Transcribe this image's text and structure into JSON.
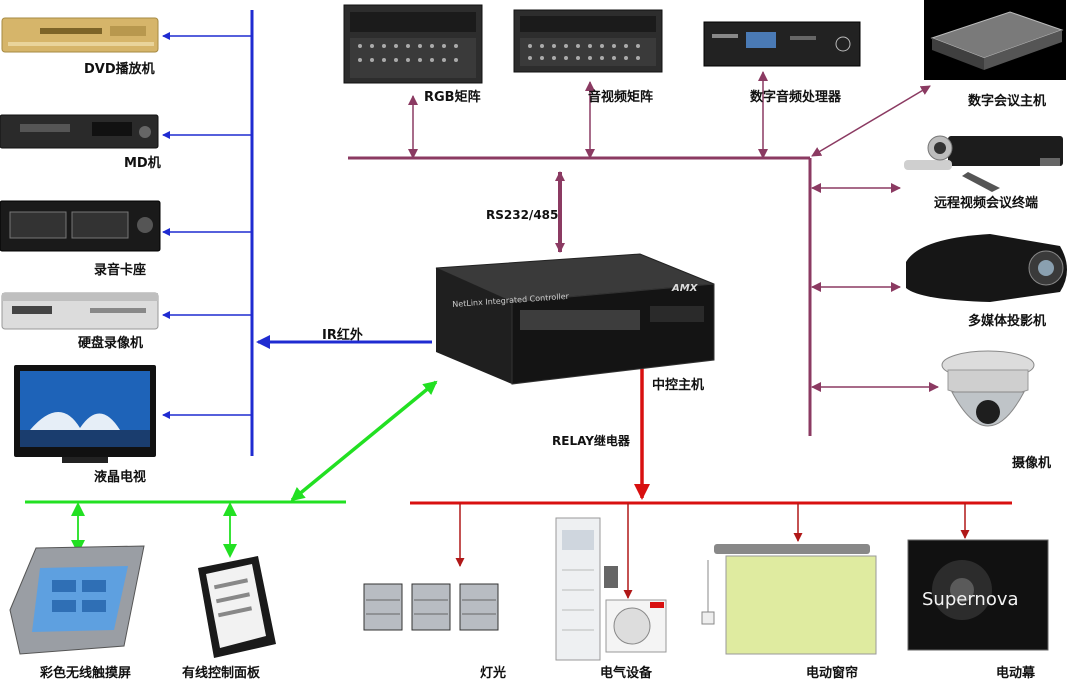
{
  "labels": {
    "dvd": "DVD播放机",
    "md": "MD机",
    "tape": "录音卡座",
    "hdd": "硬盘录像机",
    "lcd": "液晶电视",
    "rgb": "RGB矩阵",
    "av": "音视频矩阵",
    "dsp": "数字音频处理器",
    "conf_host": "数字会议主机",
    "video_conf": "远程视频会议终端",
    "projector": "多媒体投影机",
    "camera": "摄像机",
    "rs232": "RS232/485",
    "ir": "IR红外",
    "controller": "中控主机",
    "relay": "RELAY继电器",
    "touch_screen": "彩色无线触摸屏",
    "wired_panel": "有线控制面板",
    "light": "灯光",
    "electric": "电气设备",
    "curtain": "电动窗帘",
    "screen": "电动幕"
  },
  "device_texts": {
    "controller_brand": "AMX",
    "controller_model": "NetLinx Integrated Controller",
    "screen_brand": "Supernova"
  },
  "colors": {
    "blue_bus": "#1f2bd1",
    "purple_bus": "#8b3a62",
    "green_bus": "#22e022",
    "red_bus": "#d81010",
    "dark_red_arrow": "#b01818"
  }
}
